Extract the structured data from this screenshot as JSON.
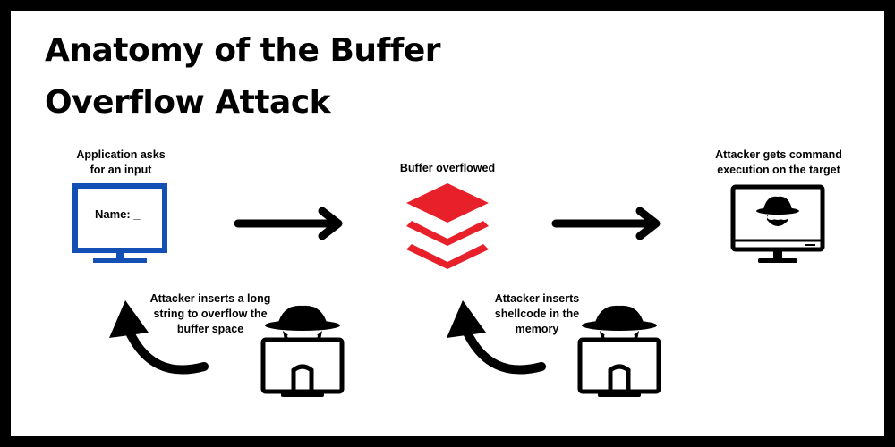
{
  "title": {
    "line1": "Anatomy of the Buffer",
    "line2": "Overflow Attack"
  },
  "steps": {
    "step1": {
      "line1": "Application asks",
      "line2": "for an input",
      "screen_text": "Name: _"
    },
    "step2": {
      "line1": "Buffer overflowed"
    },
    "step3": {
      "line1": "Attacker gets command",
      "line2": "execution on the target"
    }
  },
  "actions": {
    "action1": {
      "line1": "Attacker inserts a long",
      "line2": "string to overflow the",
      "line3": "buffer space"
    },
    "action2": {
      "line1": "Attacker inserts",
      "line2": "shellcode in the",
      "line3": "memory"
    }
  },
  "colors": {
    "monitor_blue": "#1450b4",
    "buffer_red": "#e8202a",
    "ink": "#000000"
  },
  "icons": {
    "app_monitor": "monitor-icon",
    "buffer_stack": "layers-stack-icon",
    "target_monitor": "hacker-monitor-icon",
    "attacker": "hacker-icon",
    "arrows": [
      "right-arrow-icon",
      "curved-up-arrow-icon"
    ]
  }
}
